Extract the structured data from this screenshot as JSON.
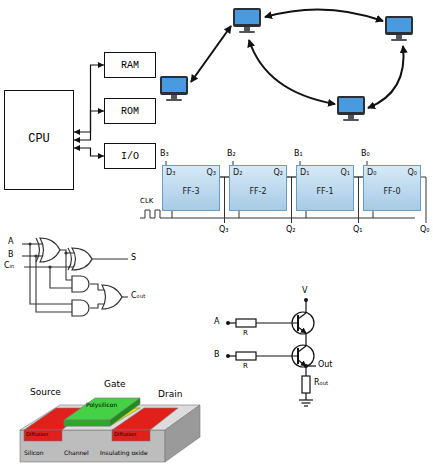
{
  "diagram": {
    "nodes": [
      {
        "text": [
          "CPU"
        ]
      },
      {
        "text": [
          "RAM"
        ]
      },
      {
        "text": [
          "ROM"
        ]
      },
      {
        "text": [
          "I/O"
        ]
      },
      {
        "text": [
          "D₃",
          "Q₃",
          "FF-3"
        ]
      },
      {
        "text": [
          "D₂",
          "Q₂",
          "FF-2"
        ]
      },
      {
        "text": [
          "D₁",
          "Q₁",
          "FF-1"
        ]
      },
      {
        "text": [
          "D₀",
          "Q₀",
          "FF-0"
        ]
      }
    ],
    "edges": [
      {
        "from": 0,
        "to": 1,
        "arrow": "both"
      },
      {
        "from": 0,
        "to": 2,
        "arrow": "both"
      },
      {
        "from": 0,
        "to": 3,
        "arrow": "both"
      },
      {
        "from": 4,
        "to": 5,
        "arrow": "none"
      },
      {
        "from": 5,
        "to": 6,
        "arrow": "none"
      },
      {
        "from": 6,
        "to": 7,
        "arrow": "none"
      }
    ],
    "labels": [
      "B₃",
      "B₂",
      "B₁",
      "B₀",
      "CLK",
      "Q₃",
      "Q₂",
      "Q₁",
      "Q₀",
      "A",
      "B",
      "Cᵢₙ",
      "S",
      "Cₒᵤₜ",
      "V",
      "A",
      "B",
      "R",
      "R",
      "Out",
      "Rₒᵤₜ",
      "Source",
      "Gate",
      "Drain",
      "Polysilicon",
      "Silicon",
      "Channel",
      "Insulating oxide",
      "Diffusion",
      "Diffusion"
    ]
  }
}
